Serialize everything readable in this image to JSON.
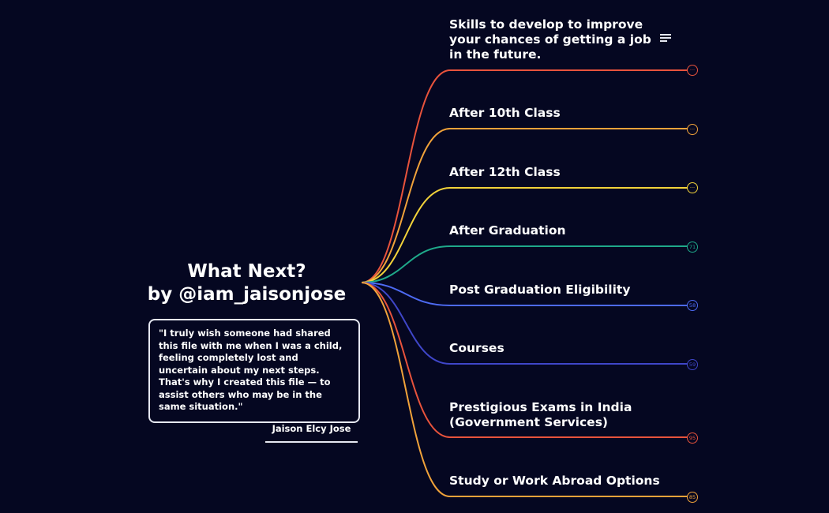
{
  "root": {
    "title_line1": "What Next?",
    "title_line2": "by @iam_jaisonjose",
    "quote": "\"I truly wish someone had shared this file with me when I was a child, feeling completely lost and uncertain about my next steps. That's why I created this file — to assist others who may be in the same situation.\"",
    "author": "Jaison Elcy Jose"
  },
  "branches": [
    {
      "label": "Skills to develop to improve your chances of getting a job in the future.",
      "badge": "···",
      "color": "#e8533c"
    },
    {
      "label": "After 10th Class",
      "badge": "···",
      "color": "#f0a23a"
    },
    {
      "label": "After 12th Class",
      "badge": "···",
      "color": "#f2d23a"
    },
    {
      "label": "After Graduation",
      "badge": "71",
      "color": "#1fa98a"
    },
    {
      "label": "Post Graduation Eligibility",
      "badge": "58",
      "color": "#4d6af2"
    },
    {
      "label": "Courses",
      "badge": "59",
      "color": "#3f46c8"
    },
    {
      "label": "Prestigious Exams in India (Government Services)",
      "badge": "95",
      "color": "#e8533c"
    },
    {
      "label": "Study or Work Abroad Options",
      "badge": "85",
      "color": "#f0a23a"
    }
  ],
  "icons": {
    "menu": "menu-lines-icon"
  },
  "colors": {
    "background": "#050721",
    "text": "#ffffff"
  }
}
